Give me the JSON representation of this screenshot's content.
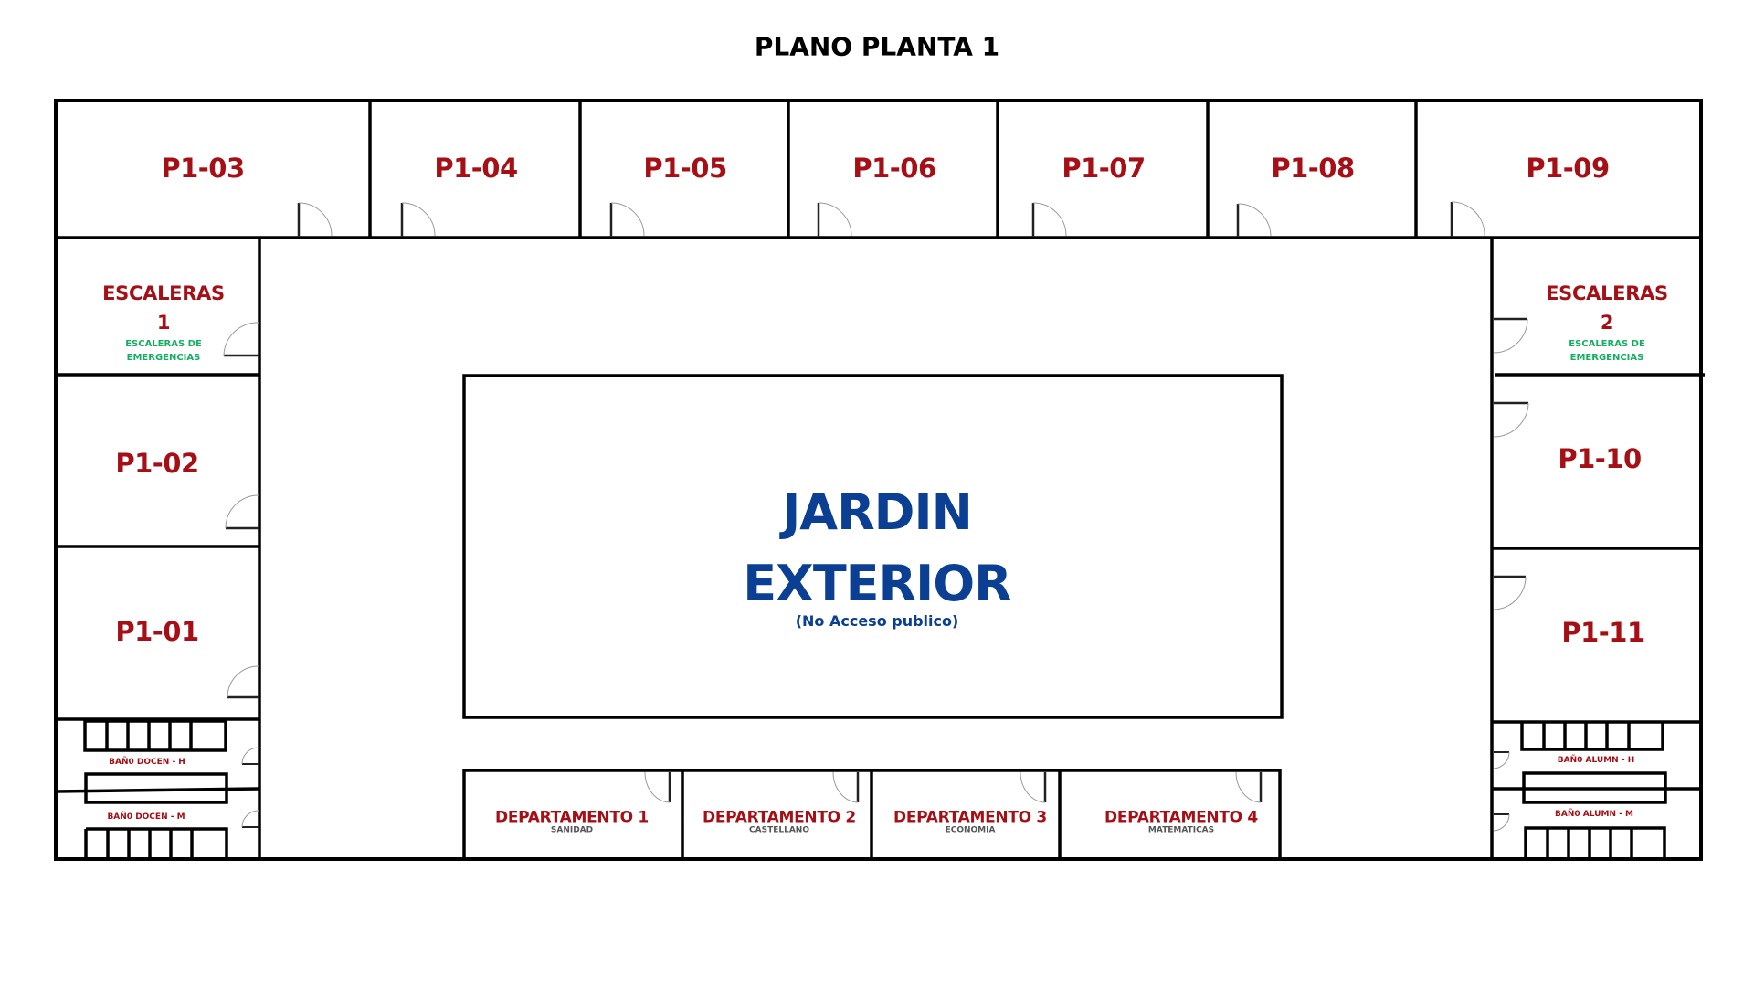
{
  "title": "PLANO PLANTA 1",
  "colors": {
    "walls": "#000000",
    "room_label": "#a50f15",
    "emergency_label": "#12b060",
    "garden_label": "#0b3f94",
    "department_subject": "#555555"
  },
  "rooms_top": [
    {
      "id": "P1-03"
    },
    {
      "id": "P1-04"
    },
    {
      "id": "P1-05"
    },
    {
      "id": "P1-06"
    },
    {
      "id": "P1-07"
    },
    {
      "id": "P1-08"
    },
    {
      "id": "P1-09"
    }
  ],
  "rooms_left": [
    {
      "id": "P1-02"
    },
    {
      "id": "P1-01"
    }
  ],
  "rooms_right": [
    {
      "id": "P1-10"
    },
    {
      "id": "P1-11"
    }
  ],
  "stairs": [
    {
      "name": "ESCALERAS",
      "number": "1",
      "note_line1": "ESCALERAS DE",
      "note_line2": "EMERGENCIAS"
    },
    {
      "name": "ESCALERAS",
      "number": "2",
      "note_line1": "ESCALERAS DE",
      "note_line2": "EMERGENCIAS"
    }
  ],
  "bathrooms": {
    "left_upper": "BAÑ0 DOCEN - H",
    "left_lower": "BAÑ0 DOCEN - M",
    "right_upper": "BAÑ0 ALUMN - H",
    "right_lower": "BAÑ0 ALUMN - M"
  },
  "garden": {
    "line1": "JARDIN",
    "line2": "EXTERIOR",
    "note": "(No Acceso publico)"
  },
  "departments": [
    {
      "name": "DEPARTAMENTO 1",
      "subject": "SANIDAD"
    },
    {
      "name": "DEPARTAMENTO 2",
      "subject": "CASTELLANO"
    },
    {
      "name": "DEPARTAMENTO 3",
      "subject": "ECONOMIA"
    },
    {
      "name": "DEPARTAMENTO 4",
      "subject": "MATEMATICAS"
    }
  ]
}
